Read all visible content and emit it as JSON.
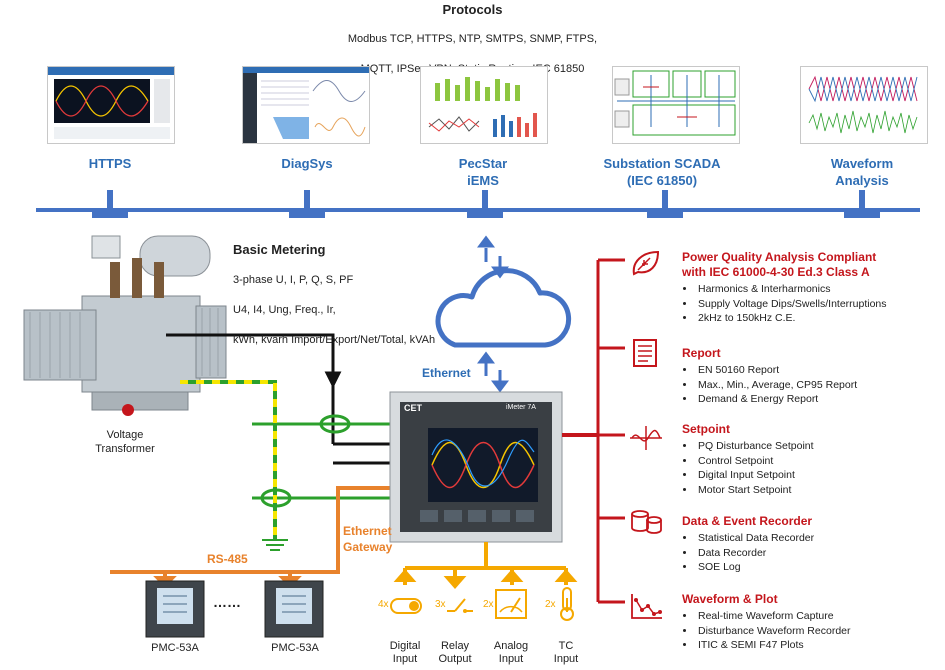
{
  "protocols": {
    "title": "Protocols",
    "lines": [
      "Modbus TCP, HTTPS, NTP, SMTPS, SNMP, FTPS,",
      "MQTT, IPSec VPN, Static Routing, IEC 61850",
      "... ..."
    ]
  },
  "applications": [
    {
      "label": "HTTPS"
    },
    {
      "label": "DiagSys"
    },
    {
      "label": "PecStar\niEMS"
    },
    {
      "label": "Substation  SCADA\n(IEC 61850)"
    },
    {
      "label": "Waveform\nAnalysis"
    }
  ],
  "basic_metering": {
    "title": "Basic Metering",
    "lines": [
      "3-phase U, I, P, Q, S, PF",
      "U4, I4, Ung, Freq., Ir,",
      "kWh, kvarh Import/Export/Net/Total, kVAh"
    ]
  },
  "transformer": {
    "label": "Voltage\nTransformer"
  },
  "network": {
    "ethernet": "Ethernet",
    "gateway": "Ethernet\nGateway",
    "rs485": "RS-485"
  },
  "meter": {
    "brand": "CET",
    "model": "iMeter 7A"
  },
  "slave_meters": {
    "labels": [
      "PMC-53A",
      "PMC-53A"
    ],
    "ellipsis": "……"
  },
  "io": [
    {
      "mult": "4x",
      "label": "Digital\nInput",
      "icon": "digital-input-icon"
    },
    {
      "mult": "3x",
      "label": "Relay\nOutput",
      "icon": "relay-output-icon"
    },
    {
      "mult": "2x",
      "label": "Analog\nInput",
      "icon": "analog-input-icon"
    },
    {
      "mult": "2x",
      "label": "TC\nInput",
      "icon": "thermometer-icon"
    }
  ],
  "features": [
    {
      "title": "Power Quality Analysis Compliant\nwith IEC 61000-4-30 Ed.3 Class A",
      "icon": "power-quality-icon",
      "items": [
        "Harmonics & Interharmonics",
        "Supply Voltage Dips/Swells/Interruptions",
        "2kHz to 150kHz C.E."
      ]
    },
    {
      "title": "Report",
      "icon": "report-icon",
      "items": [
        "EN 50160 Report",
        "Max., Min., Average, CP95 Report",
        "Demand & Energy Report"
      ]
    },
    {
      "title": "Setpoint",
      "icon": "setpoint-icon",
      "items": [
        "PQ Disturbance Setpoint",
        "Control Setpoint",
        "Digital Input Setpoint",
        "Motor Start Setpoint"
      ]
    },
    {
      "title": "Data & Event Recorder",
      "icon": "database-icon",
      "items": [
        "Statistical Data Recorder",
        "Data Recorder",
        "SOE Log"
      ]
    },
    {
      "title": "Waveform & Plot",
      "icon": "waveform-plot-icon",
      "items": [
        "Real-time Waveform Capture",
        "Disturbance Waveform Recorder",
        "ITIC & SEMI F47 Plots"
      ]
    }
  ],
  "colors": {
    "blue": "#4472c4",
    "label_blue": "#2e6db4",
    "red": "#c4161c",
    "orange": "#e8822c",
    "yellow": "#f5a800",
    "green": "#2ca02c"
  }
}
